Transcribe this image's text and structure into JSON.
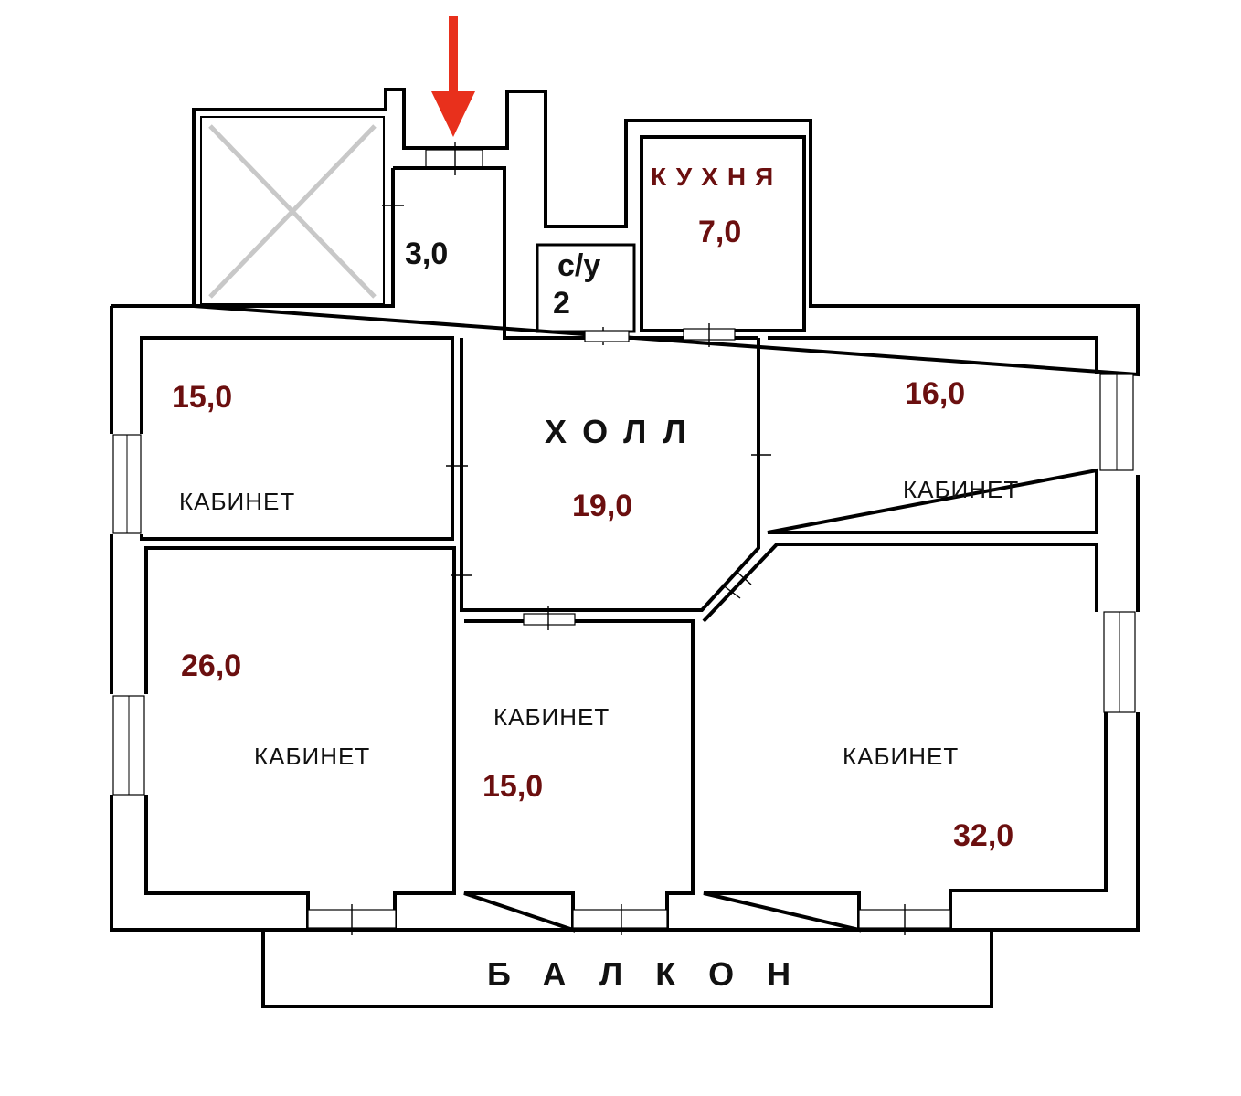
{
  "colors": {
    "wall": "#000000",
    "area_label": "#6b0f0f",
    "arrow": "#e8301c",
    "shaft_cross": "#c8c8c8"
  },
  "icons": {
    "entrance_marker": "red-down-arrow-icon",
    "shaft_marker": "crossed-box-icon"
  },
  "rooms": {
    "vestibule": {
      "area": "3,0"
    },
    "wc": {
      "name": "с/у",
      "number": "2"
    },
    "kitchen": {
      "name": "КУХНЯ",
      "area": "7,0"
    },
    "hall": {
      "name": "ХОЛЛ",
      "area": "19,0"
    },
    "office_nw": {
      "name": "КАБИНЕТ",
      "area": "15,0"
    },
    "office_ne": {
      "name": "КАБИНЕТ",
      "area": "16,0"
    },
    "office_w": {
      "name": "КАБИНЕТ",
      "area": "26,0"
    },
    "office_s": {
      "name": "КАБИНЕТ",
      "area": "15,0"
    },
    "office_se": {
      "name": "КАБИНЕТ",
      "area": "32,0"
    },
    "balcony": {
      "name": "БАЛКОН"
    }
  }
}
